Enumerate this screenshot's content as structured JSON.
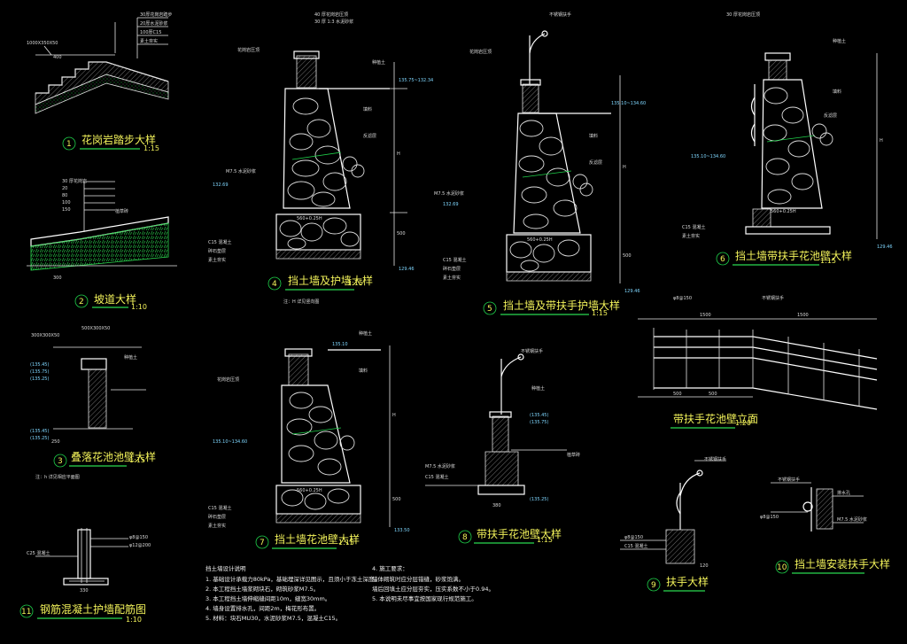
{
  "drawings": [
    {
      "no": "1",
      "title": "花岗岩踏步大样",
      "scale": "1:15"
    },
    {
      "no": "2",
      "title": "坡道大样",
      "scale": "1:10"
    },
    {
      "no": "3",
      "title": "叠落花池池壁大样",
      "scale": "1:15"
    },
    {
      "no": "4",
      "title": "挡土墙及护墙大样",
      "scale": "1:15"
    },
    {
      "no": "5",
      "title": "挡土墙及带扶手护墙大样",
      "scale": "1:15"
    },
    {
      "no": "6",
      "title": "挡土墙带扶手花池壁大样",
      "scale": "1:15"
    },
    {
      "no": "7",
      "title": "挡土墙花池壁大样",
      "scale": "1:15"
    },
    {
      "no": "8",
      "title": "带扶手花池壁大样",
      "scale": "1:15"
    },
    {
      "no": "9",
      "title": "扶手大样",
      "scale": ""
    },
    {
      "no": "10",
      "title": "挡土墙安装扶手大样",
      "scale": ""
    },
    {
      "no": "11",
      "title": "钢筋混凝土护墙配筋图",
      "scale": "1:10"
    },
    {
      "no": "",
      "title": "带扶手花池壁立面",
      "scale": "1:20"
    }
  ],
  "labels": {
    "fill": "填料",
    "h": "H",
    "dim_560": "560+0.25H",
    "dim_500": "500",
    "dim_380": "380",
    "dim_250": "250",
    "dim_1500": "1500",
    "dim_330": "330",
    "dim_120": "120",
    "elev_1": "135.75~132.34",
    "elev_2": "135.10~134.60",
    "elev_3": "133.50",
    "elev_4": "132.69",
    "elev_5": "(135.45)",
    "elev_6": "(135.75)",
    "elev_7": "(135.25)",
    "elev_8": "135.10",
    "elev_9": "129.46",
    "elev_10": "(135.45)",
    "label_a": "M7.5 水泥砂浆",
    "label_b": "C15 混凝土",
    "label_c": "素土夯实",
    "label_d": "碎石垫层",
    "label_e": "不锈钢扶手",
    "label_f": "花岗岩压顶",
    "label_g": "排水孔",
    "label_h": "种植土",
    "label_i": "反滤层",
    "label_j": "植草砖",
    "label_k": "φ8@150",
    "label_l": "φ12@200",
    "label_m": "C25 混凝土",
    "label_n": "注：H 详见竖向图",
    "label_o": "注：h 详见相应平面图"
  },
  "notes": {
    "col1_title": "挡土墙设计说明",
    "col1": [
      "1. 基础设计承载力80kPa，基础埋深详见图示，且须小于冻土深度。",
      "2. 本工程挡土墙浆砌块石，砌筑砂浆M7.5。",
      "3. 本工程挡土墙伸缩缝间距10m，缝宽30mm。",
      "4. 墙身设置排水孔，间距2m，梅花形布置。",
      "5. 材料：块石MU30，水泥砂浆M7.5，混凝土C15。"
    ],
    "col2_title": "4. 施工要求：",
    "col2": [
      "墙体砌筑时应分层错缝，砂浆饱满。",
      "墙后回填土应分层夯实，压实系数不小于0.94。",
      "5. 本说明未尽事宜按国家现行规范施工。"
    ]
  }
}
